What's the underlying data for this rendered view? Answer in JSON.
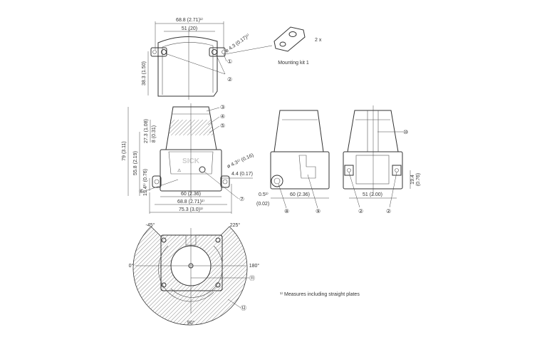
{
  "top_view": {
    "width_overall": "68.8 (2.71)¹⁾",
    "width_inner": "51 (20)",
    "hole_dia": "ø 4.3 (0.17)¹⁾",
    "height": "38.3 (1.50)",
    "callout_1": "①",
    "callout_2": "②"
  },
  "mounting_kit": {
    "qty": "2 x",
    "label": "Mounting kit 1"
  },
  "front_view": {
    "logo": "SICK",
    "height_total": "79 (3.11)",
    "height_base": "55.8 (2.19)",
    "height_window": "27.3 (1.08)",
    "height_band": "8 (0.31)",
    "height_hole": "19.4¹⁾ (0.76)",
    "hole_dia": "ø 4.3¹⁾ (0.16)",
    "offset": "4.4 (0.17)",
    "width_body": "60 (2.36)",
    "width_plates": "68.8 (2.71)¹⁾",
    "width_total": "75.3 (3.0)¹⁾",
    "callouts": [
      "③",
      "④",
      "⑤",
      "⑥",
      "⑦"
    ]
  },
  "side_view": {
    "offset": "0.5¹⁾",
    "offset_in": "(0.02)",
    "width": "60 (2.36)",
    "callouts": [
      "⑧",
      "⑨"
    ]
  },
  "rear_view": {
    "width": "51 (2.00)",
    "height": "19.4",
    "height_in": "(0.76)",
    "callouts": [
      "⑩",
      "②",
      "②"
    ]
  },
  "bottom_view": {
    "angles": [
      "-45°",
      "225°",
      "0°",
      "180°",
      "90°"
    ],
    "callouts": [
      "⑪",
      "⑫"
    ]
  },
  "footnote": "¹⁾ Measures including straight plates"
}
